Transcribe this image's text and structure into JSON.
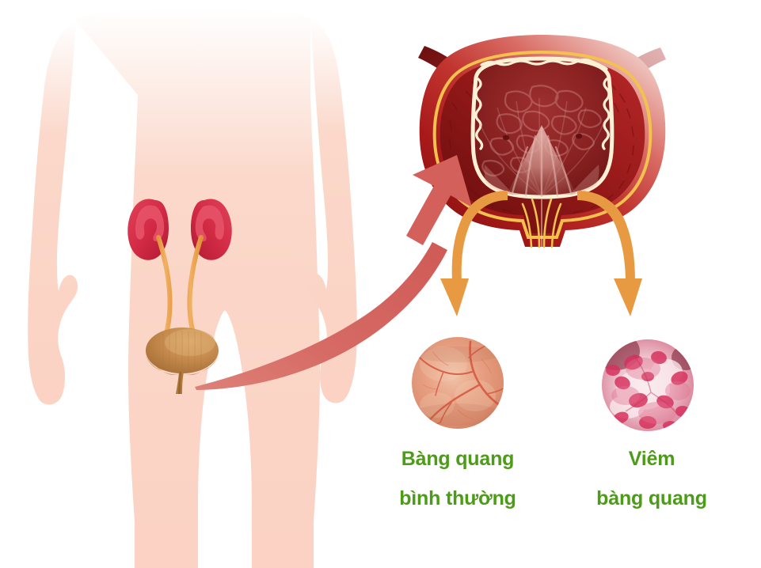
{
  "illustration": {
    "title": "Urinary bladder anatomy and cystitis comparison",
    "background_color": "#ffffff"
  },
  "palette": {
    "skin": "#fbd2c3",
    "skin_light": "#fdeee8",
    "kidney_dark": "#c41f3e",
    "kidney_mid": "#d93a4f",
    "kidney_light": "#e8556a",
    "ureter_orange": "#e89a42",
    "ureter_orange_light": "#f0b566",
    "body_bladder": "#c0854a",
    "body_bladder_light": "#d9a469",
    "body_bladder_dark": "#9c6430",
    "bladder_wall_outer": "#a81a1a",
    "bladder_wall_mid": "#c9302c",
    "bladder_wall_light": "#e8a0a0",
    "bladder_mucosa": "#8e1616",
    "bladder_gold": "#f2c14e",
    "bladder_cream": "#fdf0d5",
    "bladder_lumen": "#7d1a1a",
    "ureter_left_dark": "#7d1515",
    "ureter_right_light": "#dba3a3",
    "red_arrow": "#d4605c",
    "orange_arrow": "#e89a42",
    "label_green": "#4c9c17",
    "scope_normal_base": "#e8a184",
    "scope_normal_vessel": "#d4543c",
    "scope_inflamed_base": "#f2d8dc",
    "scope_inflamed_patch": "#d6325e"
  },
  "body_figure": {
    "name": "male torso and legs silhouette",
    "parts": [
      "torso",
      "left-arm",
      "right-arm",
      "left-leg",
      "right-leg"
    ]
  },
  "urinary_system": {
    "kidneys": [
      {
        "side": "left",
        "name": "left-kidney"
      },
      {
        "side": "right",
        "name": "right-kidney"
      }
    ],
    "ureters": [
      {
        "side": "left",
        "name": "left-ureter"
      },
      {
        "side": "right",
        "name": "right-ureter"
      }
    ],
    "bladder": {
      "name": "urinary-bladder"
    },
    "urethra": {
      "name": "urethra"
    }
  },
  "bladder_diagram": {
    "name": "bladder-cross-section",
    "structures": [
      "detrusor-muscle-wall",
      "submucosa-layer",
      "mucosa-lining",
      "bladder-lumen",
      "rugae-folds",
      "trigone",
      "left-ureteral-orifice",
      "right-ureteral-orifice",
      "bladder-neck",
      "urethra"
    ]
  },
  "arrows": {
    "magnify": {
      "name": "magnify-arrow",
      "from": "body-bladder",
      "to": "bladder-cross-section",
      "color": "#d4605c"
    },
    "branch_left": {
      "name": "branch-arrow-left",
      "to": "normal-bladder-scope",
      "color": "#e89a42"
    },
    "branch_right": {
      "name": "branch-arrow-right",
      "to": "inflamed-bladder-scope",
      "color": "#e89a42"
    }
  },
  "scopes": [
    {
      "name": "normal-bladder-scope",
      "description": "cystoscopy view of healthy bladder mucosa with visible vessels"
    },
    {
      "name": "inflamed-bladder-scope",
      "description": "cystoscopy view of inflamed bladder mucosa with red patches"
    }
  ],
  "labels": {
    "normal": {
      "line1": "Bàng quang",
      "line2": "bình thường"
    },
    "inflamed": {
      "line1": "Viêm",
      "line2": "bàng quang"
    }
  }
}
